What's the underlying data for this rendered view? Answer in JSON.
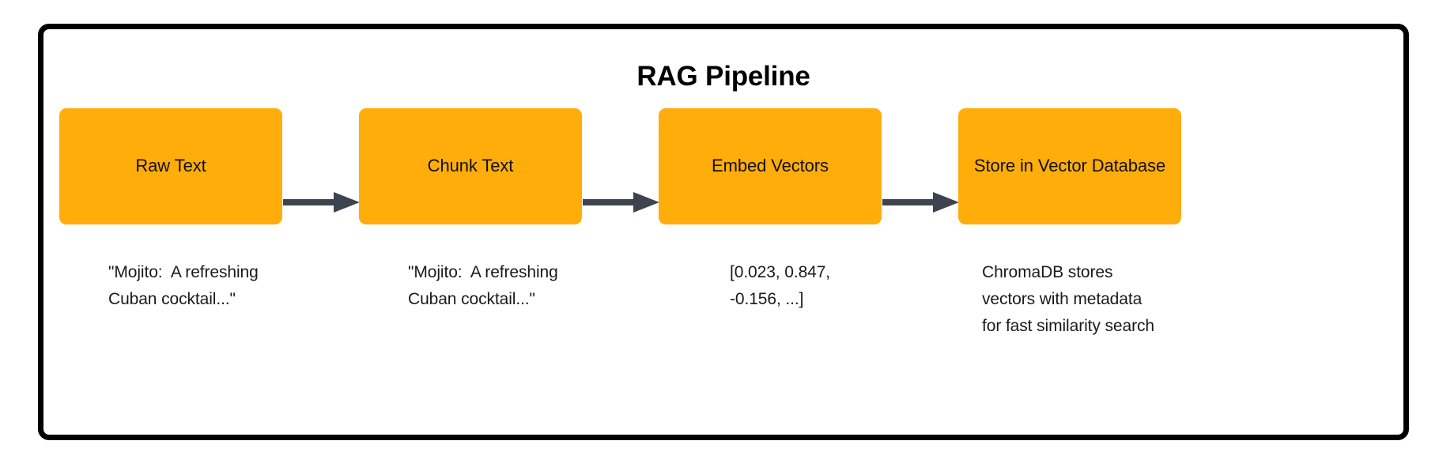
{
  "diagram": {
    "title": "RAG Pipeline",
    "frame_border_color": "#000000",
    "box_color": "#FFAD0A",
    "arrow_color": "#3D4450",
    "text_color": "#111111",
    "background_color": "#FFFFFF",
    "type": "flowchart-left-to-right",
    "stages": [
      {
        "id": "raw-text",
        "label": "Raw Text",
        "caption": "\"Mojito:  A refreshing Cuban cocktail...\""
      },
      {
        "id": "chunk-text",
        "label": "Chunk Text",
        "caption": "\"Mojito:  A refreshing Cuban cocktail...\""
      },
      {
        "id": "embed-vectors",
        "label": "Embed Vectors",
        "caption": "[0.023, 0.847, -0.156, ...]"
      },
      {
        "id": "store-in-vector-database",
        "label": "Store in Vector Database",
        "caption": "ChromaDB stores vectors with metadata for fast similarity search"
      }
    ],
    "arrows": [
      {
        "from": "raw-text",
        "to": "chunk-text"
      },
      {
        "from": "chunk-text",
        "to": "embed-vectors"
      },
      {
        "from": "embed-vectors",
        "to": "store-in-vector-database"
      }
    ]
  }
}
